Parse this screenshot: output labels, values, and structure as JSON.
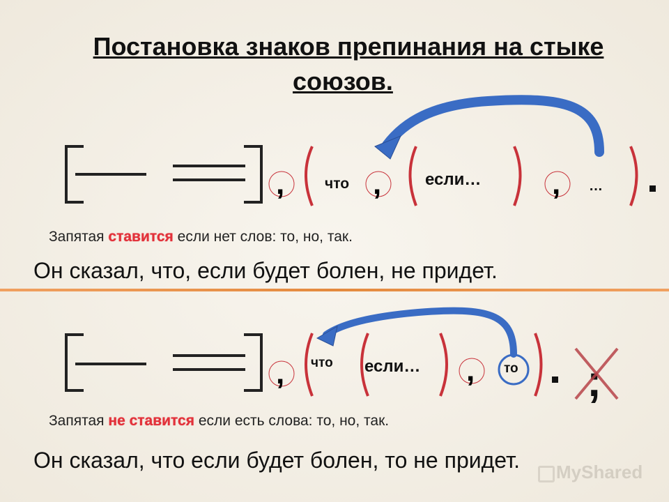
{
  "title": {
    "line1": "Постановка знаков препинания на стыке",
    "line2": "союзов."
  },
  "diagram1": {
    "word_chto": "что",
    "word_esli": "если…",
    "word_ellipsis": "…"
  },
  "rule1": {
    "prefix": "Запятая",
    "highlight": "ставится",
    "suffix": "если нет слов: то, но, так."
  },
  "example1": "Он сказал, что, если будет болен, не придет.",
  "diagram2": {
    "word_chto": "что",
    "word_esli": "если…",
    "word_to": "то"
  },
  "rule2": {
    "prefix": "Запятая",
    "highlight": "не ставится",
    "suffix": "если есть слова: то, но, так."
  },
  "example2": "Он сказал, что если будет болен, то не придет.",
  "watermark": "MyShared",
  "colors": {
    "bracket_red": "#c8323a",
    "arrow_blue": "#3a6cc4",
    "highlight_red": "#e2313a",
    "divider_orange": "#e48a3e"
  }
}
